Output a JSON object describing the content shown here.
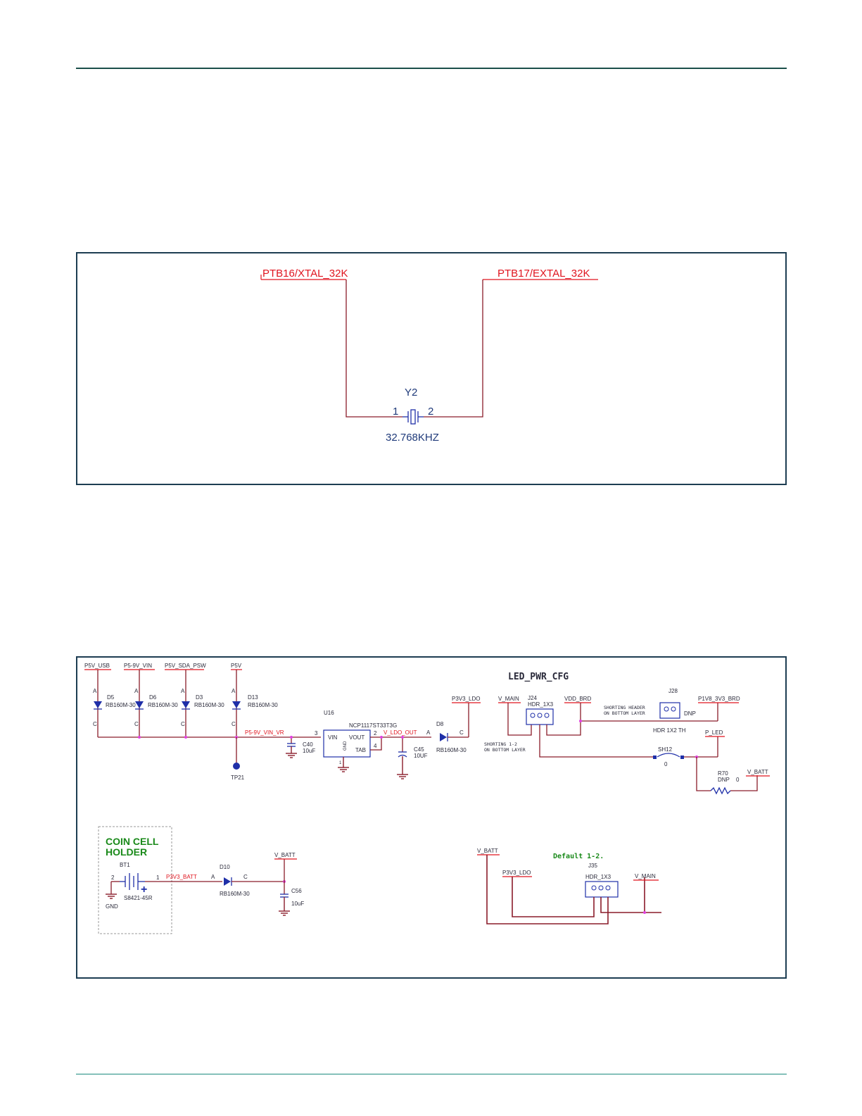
{
  "crystal": {
    "net_left": "PTB16/XTAL_32K",
    "net_right": "PTB17/EXTAL_32K",
    "ref": "Y2",
    "pin1": "1",
    "pin2": "2",
    "value": "32.768KHZ"
  },
  "power": {
    "inputs": [
      {
        "net": "P5V_USB",
        "ref": "D5",
        "part": "RB160M-30"
      },
      {
        "net": "P5-9V_VIN",
        "ref": "D6",
        "part": "RB160M-30"
      },
      {
        "net": "P5V_SDA_PSW",
        "ref": "D3",
        "part": "RB160M-30"
      },
      {
        "net": "P5V",
        "ref": "D13",
        "part": "RB160M-30"
      }
    ],
    "anode": "A",
    "cathode": "C",
    "rail": "P5-9V_VIN_VR",
    "testpoint": "TP21",
    "c40": {
      "ref": "C40",
      "value": "10uF"
    },
    "regulator": {
      "ref": "U16",
      "part": "NCP1117ST33T3G",
      "vin": "VIN",
      "vout": "VOUT",
      "gnd": "GND",
      "tab": "TAB",
      "pin3": "3",
      "pin2": "2",
      "pin4": "4",
      "pin1": "1"
    },
    "ldo_out": "V_LDO_OUT",
    "c45": {
      "ref": "C45",
      "value": "10UF"
    },
    "d8": {
      "ref": "D8",
      "part": "RB160M-30"
    },
    "p3v3_ldo": "P3V3_LDO",
    "led_cfg": {
      "title": "LED_PWR_CFG",
      "v_main": "V_MAIN",
      "j24_ref": "J24",
      "j24_part": "HDR_1X3",
      "vdd_brd": "VDD_BRD",
      "j28_ref": "J28",
      "j28_dnp": "DNP",
      "j28_part": "HDR 1X2 TH",
      "p1v8": "P1V8_3V3_BRD",
      "note_shorting_header": "SHORTING HEADER",
      "note_bottom": "ON BOTTOM LAYER",
      "note_shorting12": "SHORTING 1-2",
      "note_bottom2": "ON BOTTOM LAYER",
      "sh12_ref": "SH12",
      "sh12_val": "0",
      "p_led": "P_LED",
      "r70_ref": "R70",
      "r70_dnp": "DNP",
      "r70_val": "0",
      "v_batt": "V_BATT"
    },
    "coin": {
      "title_line1": "COIN CELL",
      "title_line2": "HOLDER",
      "bt1": "BT1",
      "bt1_part": "S8421-45R",
      "pin2": "2",
      "pin1": "1",
      "gnd": "GND",
      "net": "P3V3_BATT",
      "d10_ref": "D10",
      "d10_part": "RB160M-30",
      "v_batt": "V_BATT",
      "c56_ref": "C56",
      "c56_val": "10uF"
    },
    "j35": {
      "default_note": "Default 1-2.",
      "v_batt": "V_BATT",
      "p3v3_ldo": "P3V3_LDO",
      "ref": "J35",
      "part": "HDR_1X3",
      "v_main": "V_MAIN"
    }
  }
}
